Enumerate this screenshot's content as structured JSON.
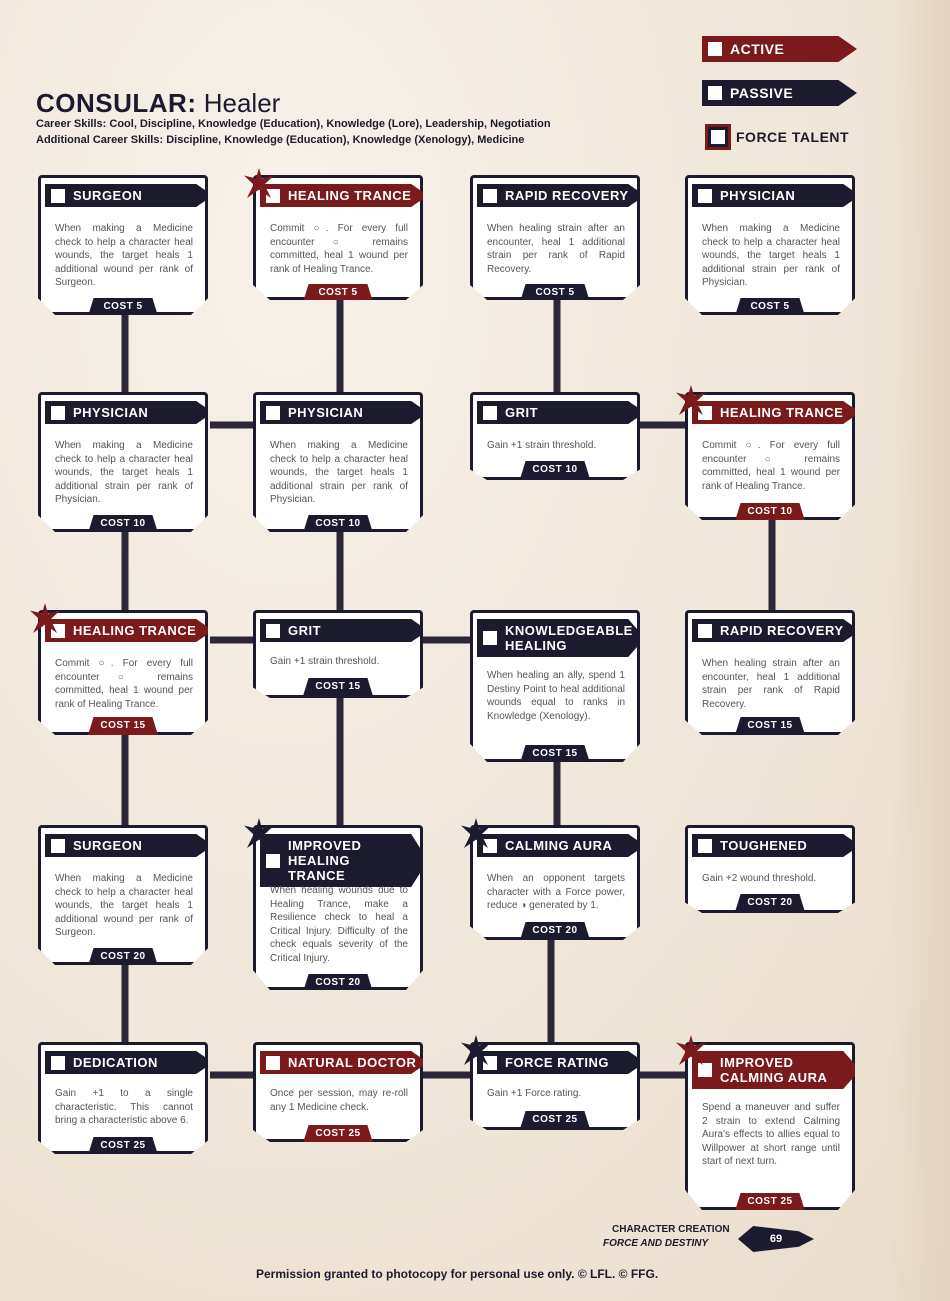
{
  "header": {
    "career": "CONSULAR:",
    "spec": "Healer",
    "career_skills": "Career Skills: Cool, Discipline, Knowledge (Education), Knowledge (Lore), Leadership, Negotiation",
    "additional_skills": "Additional Career Skills: Discipline, Knowledge (Education), Knowledge (Xenology), Medicine"
  },
  "legend": {
    "active": "ACTIVE",
    "passive": "PASSIVE",
    "force": "FORCE TALENT"
  },
  "colors": {
    "passive": "#1c1a2e",
    "active": "#7a1a1a"
  },
  "cards": [
    {
      "name": "SURGEON",
      "desc": "When making a Medicine check to help a character heal wounds, the target heals 1 additional wound per rank of Surgeon.",
      "cost": "COST 5"
    },
    {
      "name": "HEALING TRANCE",
      "desc": "Commit ○. For every full encounter ○ remains committed, heal 1 wound per rank of Healing Trance.",
      "cost": "COST 5"
    },
    {
      "name": "RAPID RECOVERY",
      "desc": "When healing strain after an encounter, heal 1 additional strain per rank of Rapid Recovery.",
      "cost": "COST 5"
    },
    {
      "name": "PHYSICIAN",
      "desc": "When making a Medicine check to help a character heal wounds, the target heals 1 additional strain per rank of Physician.",
      "cost": "COST 5"
    },
    {
      "name": "PHYSICIAN",
      "desc": "When making a Medicine check to help a character heal wounds, the target heals 1 additional strain per rank of Physician.",
      "cost": "COST 10"
    },
    {
      "name": "PHYSICIAN",
      "desc": "When making a Medicine check to help a character heal wounds, the target heals 1 additional strain per rank of Physician.",
      "cost": "COST 10"
    },
    {
      "name": "GRIT",
      "desc": "Gain +1 strain threshold.",
      "cost": "COST 10"
    },
    {
      "name": "HEALING TRANCE",
      "desc": "Commit ○. For every full encounter ○ remains committed, heal 1 wound per rank of Healing Trance.",
      "cost": "COST 10"
    },
    {
      "name": "HEALING TRANCE",
      "desc": "Commit ○. For every full encounter ○ remains committed, heal 1 wound per rank of Healing Trance.",
      "cost": "COST 15"
    },
    {
      "name": "GRIT",
      "desc": "Gain +1 strain threshold.",
      "cost": "COST 15"
    },
    {
      "name": "KNOWLEDGEABLE HEALING",
      "desc": "When healing an ally, spend 1 Destiny Point to heal additional wounds equal to ranks in Knowledge (Xenology).",
      "cost": "COST 15"
    },
    {
      "name": "RAPID RECOVERY",
      "desc": "When healing strain after an encounter, heal 1 additional strain per rank of Rapid Recovery.",
      "cost": "COST 15"
    },
    {
      "name": "SURGEON",
      "desc": "When making a Medicine check to help a character heal wounds, the target heals 1 additional wound per rank of Surgeon.",
      "cost": "COST 20"
    },
    {
      "name": "IMPROVED HEALING TRANCE",
      "desc": "When healing wounds due to Healing Trance, make a Resilience check to heal a Critical Injury. Difficulty of the check equals severity of the Critical Injury.",
      "cost": "COST 20"
    },
    {
      "name": "CALMING AURA",
      "desc": "When an opponent targets character with a Force power, reduce ◑ generated by 1.",
      "cost": "COST 20"
    },
    {
      "name": "TOUGHENED",
      "desc": "Gain +2 wound threshold.",
      "cost": "COST 20"
    },
    {
      "name": "DEDICATION",
      "desc": "Gain +1 to a single characteristic. This cannot bring a characteristic above 6.",
      "cost": "COST 25"
    },
    {
      "name": "NATURAL DOCTOR",
      "desc": "Once per session, may re-roll any 1 Medicine check.",
      "cost": "COST 25"
    },
    {
      "name": "FORCE RATING",
      "desc": "Gain +1 Force rating.",
      "cost": "COST 25"
    },
    {
      "name": "IMPROVED CALMING AURA",
      "desc": "Spend a maneuver and suffer 2 strain to extend Calming Aura's effects to allies equal to Willpower at short range until start of next turn.",
      "cost": "COST 25"
    }
  ],
  "footer": {
    "section": "CHARACTER CREATION",
    "book": "FORCE AND DESTINY",
    "page": "69",
    "permission": "Permission granted to photocopy for personal use only. © LFL. © FFG."
  }
}
